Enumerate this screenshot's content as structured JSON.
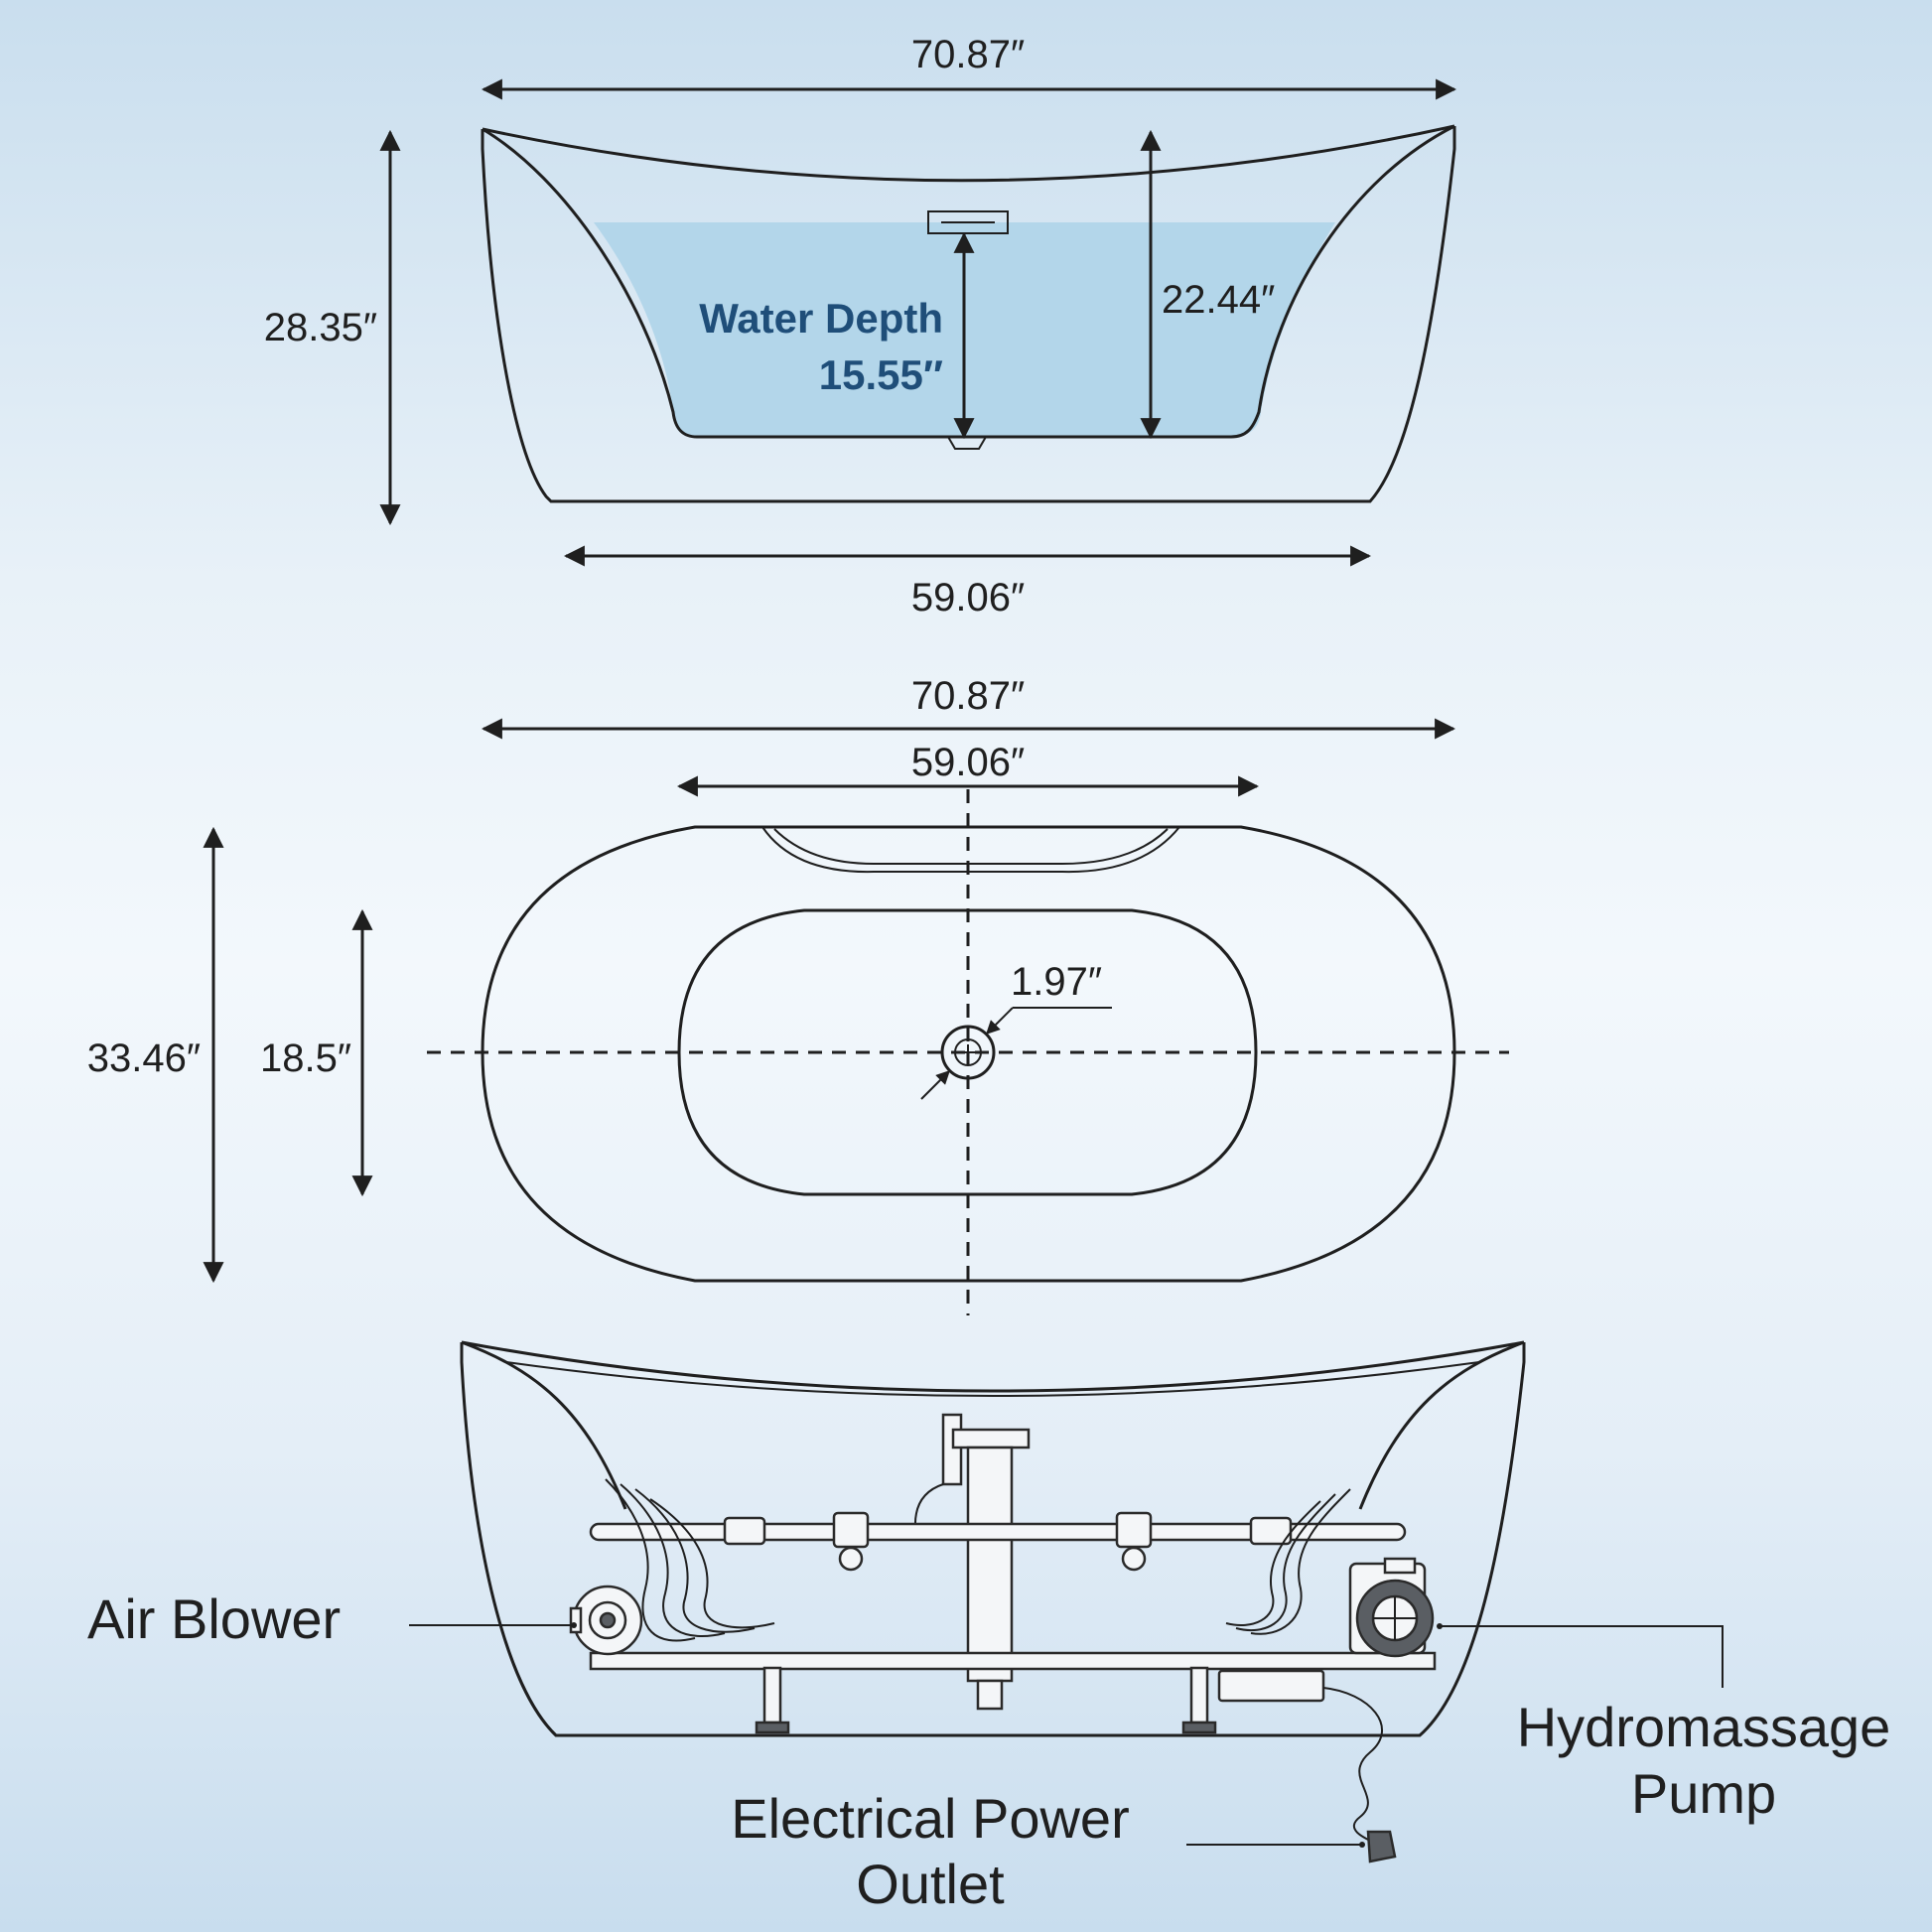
{
  "colors": {
    "background_top": "#c9deee",
    "background_mid": "#f3f8fc",
    "water": "#b3d6ea",
    "water_text": "#1f4e79",
    "line": "#1f1f1f"
  },
  "side_view": {
    "top_width": "70.87″",
    "height": "28.35″",
    "inner_depth": "22.44″",
    "water_depth_label": "Water Depth",
    "water_depth_value": "15.55″",
    "base_width": "59.06″"
  },
  "top_view": {
    "outer_length": "70.87″",
    "inner_length": "59.06″",
    "outer_width": "33.46″",
    "inner_width": "18.5″",
    "drain_diameter": "1.97″"
  },
  "components": {
    "air_blower": "Air Blower",
    "pump_line1": "Hydromassage",
    "pump_line2": "Pump",
    "outlet_line1": "Electrical Power",
    "outlet_line2": "Outlet"
  }
}
